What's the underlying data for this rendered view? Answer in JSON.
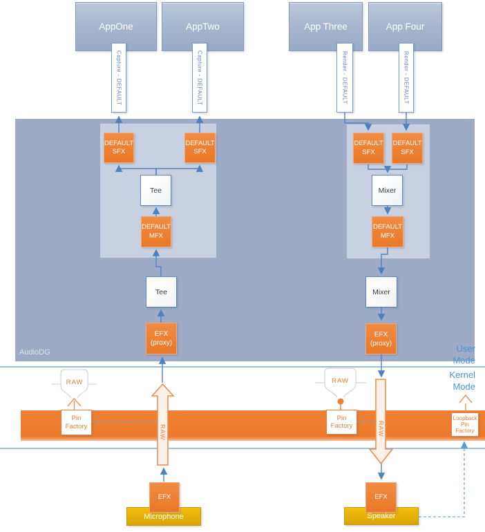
{
  "apps": {
    "one": "AppOne",
    "two": "AppTwo",
    "three": "App Three",
    "four": "App Four"
  },
  "streams": {
    "capture": "Capture - DEFAULT",
    "render": "Render - DEFAULT"
  },
  "process": {
    "audiodg": "AudioDG"
  },
  "modes": {
    "user": "User",
    "kernel": "Kernel",
    "mode": "Mode"
  },
  "nodes": {
    "default": "DEFAULT",
    "sfx": "SFX",
    "mfx": "MFX",
    "tee": "Tee",
    "mixer": "Mixer",
    "efx": "EFX",
    "proxy": "(proxy)"
  },
  "kernel_items": {
    "raw": "RAW",
    "pin": "Pin",
    "factory": "Factory",
    "loopback": "Loopback"
  },
  "endpoints": {
    "microphone": "Microphone",
    "speaker": "Speaker"
  },
  "colors": {
    "orange": "#ed7d31",
    "blue": "#4f81bd",
    "panel": "#9dabc6",
    "panel_inner": "#c7d1e1",
    "gold": "#e2ac05",
    "mode_text": "#4a94d4",
    "divider_line": "#97c0e4"
  }
}
